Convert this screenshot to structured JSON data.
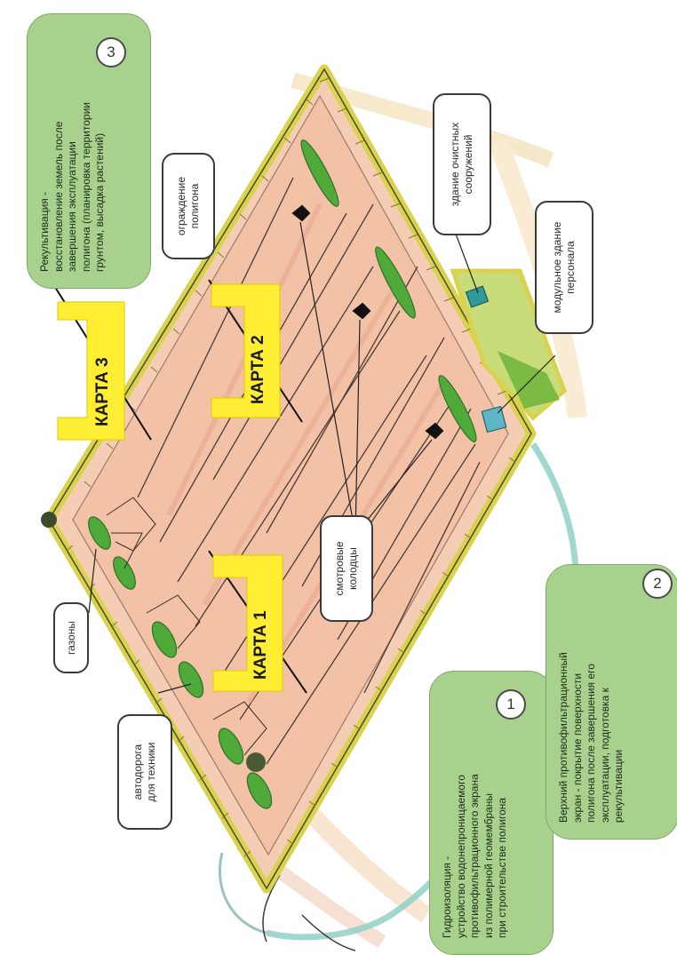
{
  "labels": {
    "gazony": "газоны",
    "avtodoroga": "автодорога\nдля техники",
    "smotrovye": "смотровые\nколодцы",
    "ograzhdenie": "ограждение\nполигона",
    "zdanie_ochistnyh": "здание очистных\nсооружений",
    "modulnoe": "модульное здание\nперсонала"
  },
  "maps": [
    "КАРТА 1",
    "КАРТА 2",
    "КАРТА 3"
  ],
  "notes": [
    {
      "number": "1",
      "text": "Гидроизоляция -\nустройство водонепроницаемого\nпротивофильтрационного экрана\nиз полимерной геомембраны\nпри строительстве полигона"
    },
    {
      "number": "2",
      "text": "Верхний противофильтрационный\nэкран - покрытие поверхности\nполигона после завершения его\nэксплуатации, подготовка к\nрекультивации"
    },
    {
      "number": "3",
      "text": "Рекультивация -\nвосстановление земель после\nзавершения эксплуатации\nполигона (планировка территории\nгрунтом, высадка растений)"
    }
  ],
  "colors": {
    "fence": "#d9d24f",
    "ground": "#f2c4a8",
    "lawn": "#4faa3a",
    "flag": "#ffee33",
    "note_bg": "#a9d18e",
    "water": "#8fd0c6"
  }
}
